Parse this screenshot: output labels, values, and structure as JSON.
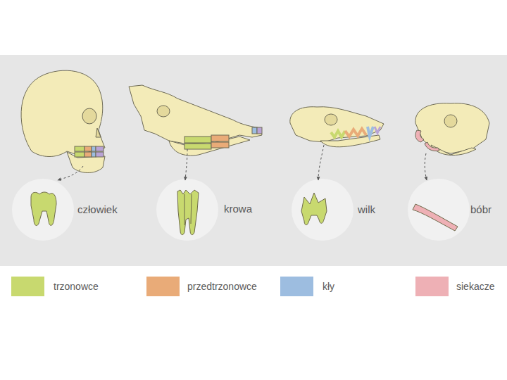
{
  "diagram": {
    "labels": [
      "człowiek",
      "krowa",
      "wilk",
      "bóbr"
    ],
    "legend": [
      {
        "text": "trzonowce",
        "color": "#c8d96f"
      },
      {
        "text": "przedtrzonowce",
        "color": "#e9ab78"
      },
      {
        "text": "kły",
        "color": "#9dbde0"
      },
      {
        "text": "siekacze",
        "color": "#eeb0b5"
      }
    ]
  }
}
